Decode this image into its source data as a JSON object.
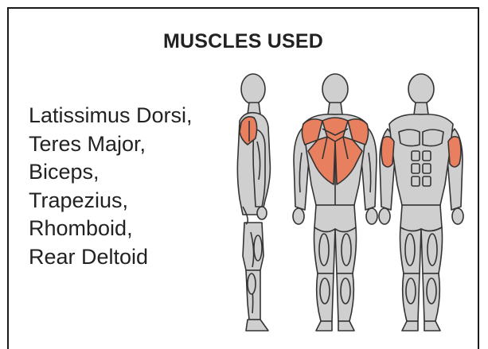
{
  "title": "MUSCLES USED",
  "muscles": [
    "Latissimus Dorsi,",
    "Teres Major,",
    "Biceps,",
    "Trapezius,",
    "Rhomboid,",
    "Rear Deltoid"
  ],
  "colors": {
    "body_fill": "#cfcfcf",
    "outline": "#333333",
    "highlight": "#e8805f",
    "frame_border": "#1a1a1a",
    "text": "#222222"
  },
  "figures": [
    {
      "view": "side",
      "icon": "side-body-icon"
    },
    {
      "view": "back",
      "icon": "back-body-icon"
    },
    {
      "view": "front",
      "icon": "front-body-icon"
    }
  ]
}
